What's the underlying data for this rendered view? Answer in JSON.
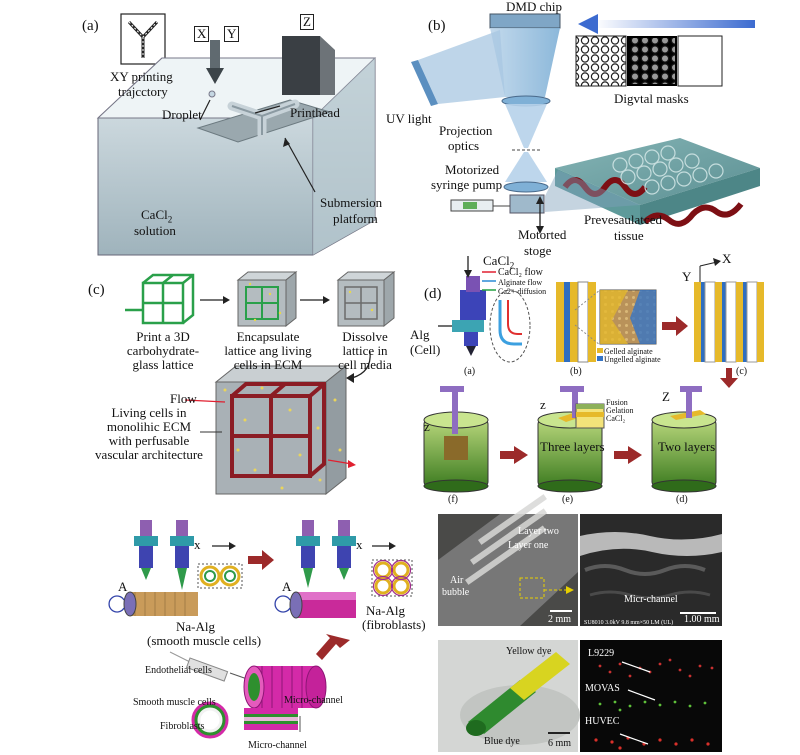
{
  "panels": {
    "a": {
      "letter": "(a)",
      "xy_traj": "XY printing",
      "xy_traj2": "trajcctory",
      "axis_x": "X",
      "axis_y": "Y",
      "axis_z": "Z",
      "droplet": "Droplet",
      "printhead": "Printhead",
      "cacl2_line1": "CaCl",
      "cacl2_sub": "2",
      "cacl2_line2": "solution",
      "sub_line1": "Submersion",
      "sub_line2": "platform"
    },
    "b": {
      "letter": "(b)",
      "dmd": "DMD chip",
      "masks": "Digvtal masks",
      "uv": "UV light",
      "proj1": "Projection",
      "proj2": "optics",
      "pump1": "Motorized",
      "pump2": "syringe pump",
      "stage1": "Motorted",
      "stage2": "stoge",
      "tissue1": "Prevesaulatced",
      "tissue2": "tissue"
    },
    "c": {
      "letter": "(c)",
      "step1": [
        "Print a 3D",
        "carbohydrate-",
        "glass lattice"
      ],
      "step2": [
        "Encapsulate",
        "lattice ang living",
        "cells in ECM"
      ],
      "step3": [
        "Dissolve",
        "lattice in",
        "cell media"
      ],
      "flow": "Flow",
      "result": [
        "Living cells in",
        "monolihic ECM",
        "with perfusable",
        "vascular architecture"
      ]
    },
    "d": {
      "letter": "(d)",
      "cacl2": "CaCl",
      "cacl2_sub": "2",
      "legend_flow": "CaCl₂ flow",
      "legend_alg": "Alginate flow",
      "legend_diff": "Ca2+ diffusion",
      "alg1": "Alg",
      "alg2": "(Cell)",
      "gelled": "Gelled alginate",
      "ungelled": "Ungelled alginate",
      "axis_x": "X",
      "axis_y": "Y",
      "axis_z": "Z",
      "axis_z2": "z",
      "sub_a": "(a)",
      "sub_b": "(b)",
      "sub_c": "(c)",
      "sub_d": "(d)",
      "sub_e": "(e)",
      "sub_f": "(f)",
      "two_layers": "Two layers",
      "three_layers": "Three layers",
      "fusion": "Fusion",
      "gelation": "Gelation",
      "cacl2_small": "CaCl₂"
    },
    "e": {
      "x_left": "x",
      "x_right": "x",
      "a_left": "A",
      "a_right": "A",
      "naalg1": "Na-Alg",
      "naalg1_sub": "(smooth muscle cells)",
      "naalg2": "Na-Alg",
      "naalg2_sub": "(fibroblasts)",
      "endo": "Endothelial cells",
      "smooth": "Smooth muscle cells",
      "fibro": "Fibroblasts",
      "micro1": "Micro-channel",
      "micro2": "Micro-channel"
    },
    "f": {
      "layer_two": "Layer two",
      "layer_one": "Layer one",
      "air1": "Air",
      "air2": "bubble",
      "scale1": "2 mm",
      "micro": "Micr-channel",
      "sem": "SU8010 3.0kV 9.8 mm×50 LM (UL)",
      "scale2": "1.00 mm",
      "yellow": "Yellow dye",
      "blue": "Blue dye",
      "scale3": "6 mm",
      "l9229": "L9229",
      "movas": "MOVAS",
      "huvec": "HUVEC"
    }
  }
}
